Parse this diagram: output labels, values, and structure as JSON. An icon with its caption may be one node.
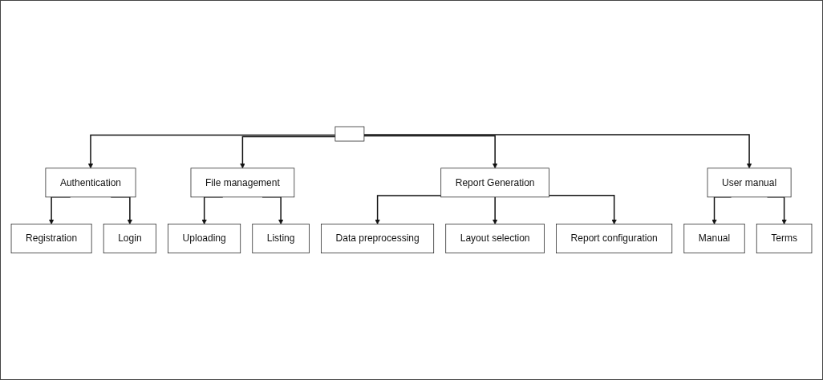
{
  "diagram": {
    "nodes": [
      {
        "text": [],
        "shape": "box"
      },
      {
        "text": [
          "Authentication"
        ]
      },
      {
        "text": [
          "File management"
        ]
      },
      {
        "text": [
          "Report Generation"
        ]
      },
      {
        "text": [
          "User manual"
        ]
      },
      {
        "text": [
          "Registration"
        ]
      },
      {
        "text": [
          "Login"
        ]
      },
      {
        "text": [
          "Uploading"
        ]
      },
      {
        "text": [
          "Listing"
        ]
      },
      {
        "text": [
          "Data preprocessing"
        ]
      },
      {
        "text": [
          "Layout selection"
        ]
      },
      {
        "text": [
          "Report configuration"
        ]
      },
      {
        "text": [
          "Manual"
        ]
      },
      {
        "text": [
          "Terms"
        ]
      }
    ],
    "edges": [
      {
        "from": 0,
        "to": 1,
        "arrow": "to"
      },
      {
        "from": 0,
        "to": 2,
        "arrow": "to"
      },
      {
        "from": 0,
        "to": 3,
        "arrow": "to"
      },
      {
        "from": 0,
        "to": 4,
        "arrow": "to"
      },
      {
        "from": 1,
        "to": 5,
        "arrow": "to"
      },
      {
        "from": 1,
        "to": 6,
        "arrow": "to"
      },
      {
        "from": 2,
        "to": 7,
        "arrow": "to"
      },
      {
        "from": 2,
        "to": 8,
        "arrow": "to"
      },
      {
        "from": 3,
        "to": 9,
        "arrow": "to"
      },
      {
        "from": 3,
        "to": 10,
        "arrow": "to"
      },
      {
        "from": 3,
        "to": 11,
        "arrow": "to"
      },
      {
        "from": 4,
        "to": 12,
        "arrow": "to"
      },
      {
        "from": 4,
        "to": 13,
        "arrow": "to"
      }
    ]
  }
}
